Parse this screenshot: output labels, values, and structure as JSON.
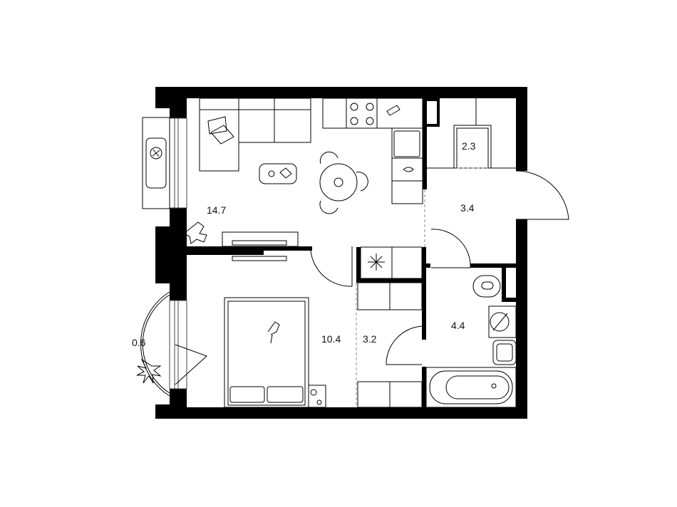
{
  "plan": {
    "type": "apartment-floor-plan",
    "rooms": [
      {
        "id": "living-kitchen",
        "area": "14.7"
      },
      {
        "id": "wardrobe",
        "area": "2.3"
      },
      {
        "id": "hallway",
        "area": "3.4"
      },
      {
        "id": "bedroom",
        "area": "10.4"
      },
      {
        "id": "corridor",
        "area": "3.2"
      },
      {
        "id": "bathroom",
        "area": "4.4"
      },
      {
        "id": "balcony",
        "area": "0.6"
      }
    ],
    "colors": {
      "wall": "#000000",
      "background": "#ffffff",
      "line": "#000000"
    }
  }
}
